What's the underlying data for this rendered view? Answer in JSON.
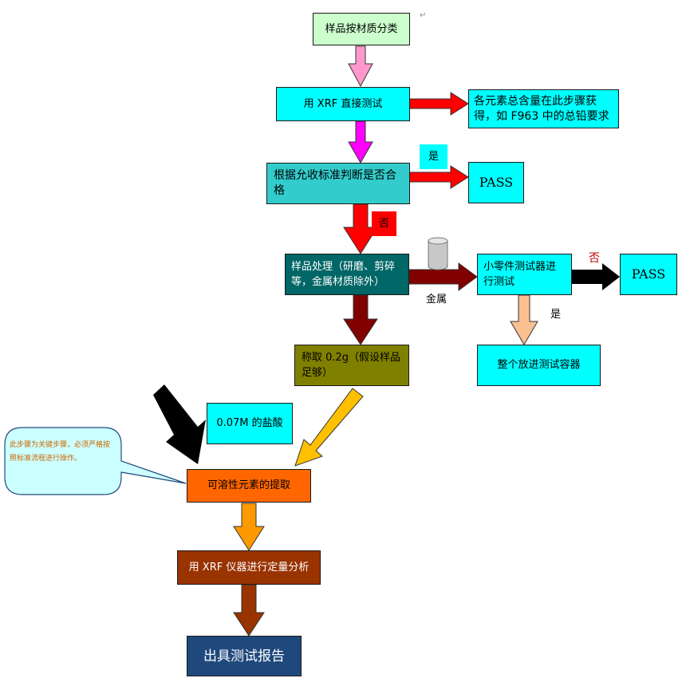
{
  "nodes": {
    "classify": "样品按材质分类",
    "xrf_direct": "用 XRF 直接测试",
    "total_content": "各元素总含量在此步骤获得，如 F963 中的总铅要求",
    "judge": "根据允收标准判断是否合格",
    "pass_top": "PASS",
    "sample_processing": "样品处理（研磨、剪碎等，金属材质除外）",
    "small_parts_tester": "小零件测试器进行测试",
    "pass_right": "PASS",
    "whole_container": "整个放进测试容器",
    "weigh": "称取 0.2g（假设样品足够）",
    "hcl": "0.07M 的盐酸",
    "extraction": "可溶性元素的提取",
    "xrf_quant": "用 XRF 仪器进行定量分析",
    "report": "出具测试报告"
  },
  "labels": {
    "yes_top": "是",
    "no_mid": "否",
    "metal": "金属",
    "no_right": "否",
    "yes_right": "是"
  },
  "callout": "此步骤为关键步骤，必须严格按照标准流程进行操作。",
  "paragraph_mark": "↵",
  "colors": {
    "classify_fill": "#ccffcc",
    "cyan_fill": "#00ffff",
    "judge_fill": "#33cccc",
    "processing_fill": "#006666",
    "weigh_fill": "#808000",
    "extraction_fill": "#ff6600",
    "xrf_quant_fill": "#993300",
    "report_fill": "#1f497d",
    "no_label_fill": "#ff0000",
    "callout_fill": "#ccffff",
    "callout_text": "#cc6600",
    "arrow_pink": "#ff99cc",
    "arrow_magenta": "#ff00ff",
    "arrow_red": "#ff0000",
    "arrow_darkred": "#800000",
    "arrow_peach": "#fac090",
    "arrow_gold": "#ffc000",
    "arrow_orange": "#ff9900",
    "arrow_brown": "#993300",
    "arrow_black": "#000000"
  }
}
